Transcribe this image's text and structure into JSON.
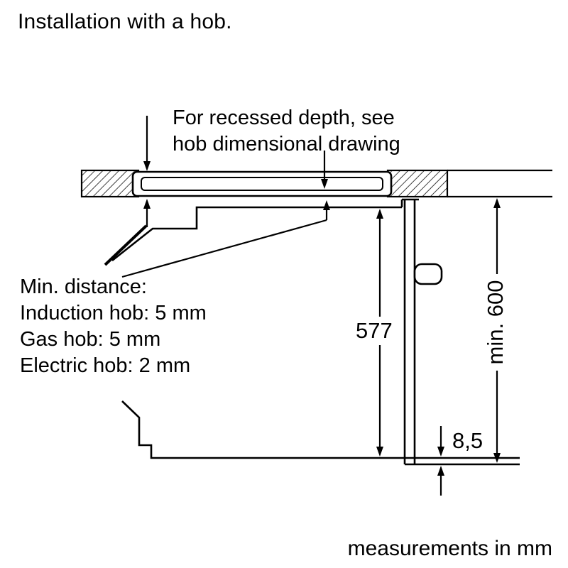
{
  "page": {
    "title": "Installation with a hob.",
    "footer": "measurements in mm"
  },
  "annotations": {
    "recessed_depth": {
      "line1": "For recessed depth, see",
      "line2": "hob dimensional drawing"
    },
    "min_distance": {
      "title": "Min. distance:",
      "items": [
        "Induction hob: 5 mm",
        "Gas hob: 5 mm",
        "Electric hob: 2 mm"
      ]
    }
  },
  "dimensions": {
    "oven_height_mm": "577",
    "niche_height_mm": "min. 600",
    "bottom_gap_mm": "8,5"
  },
  "colors": {
    "line": "#000000",
    "background": "#ffffff",
    "text": "#000000"
  }
}
